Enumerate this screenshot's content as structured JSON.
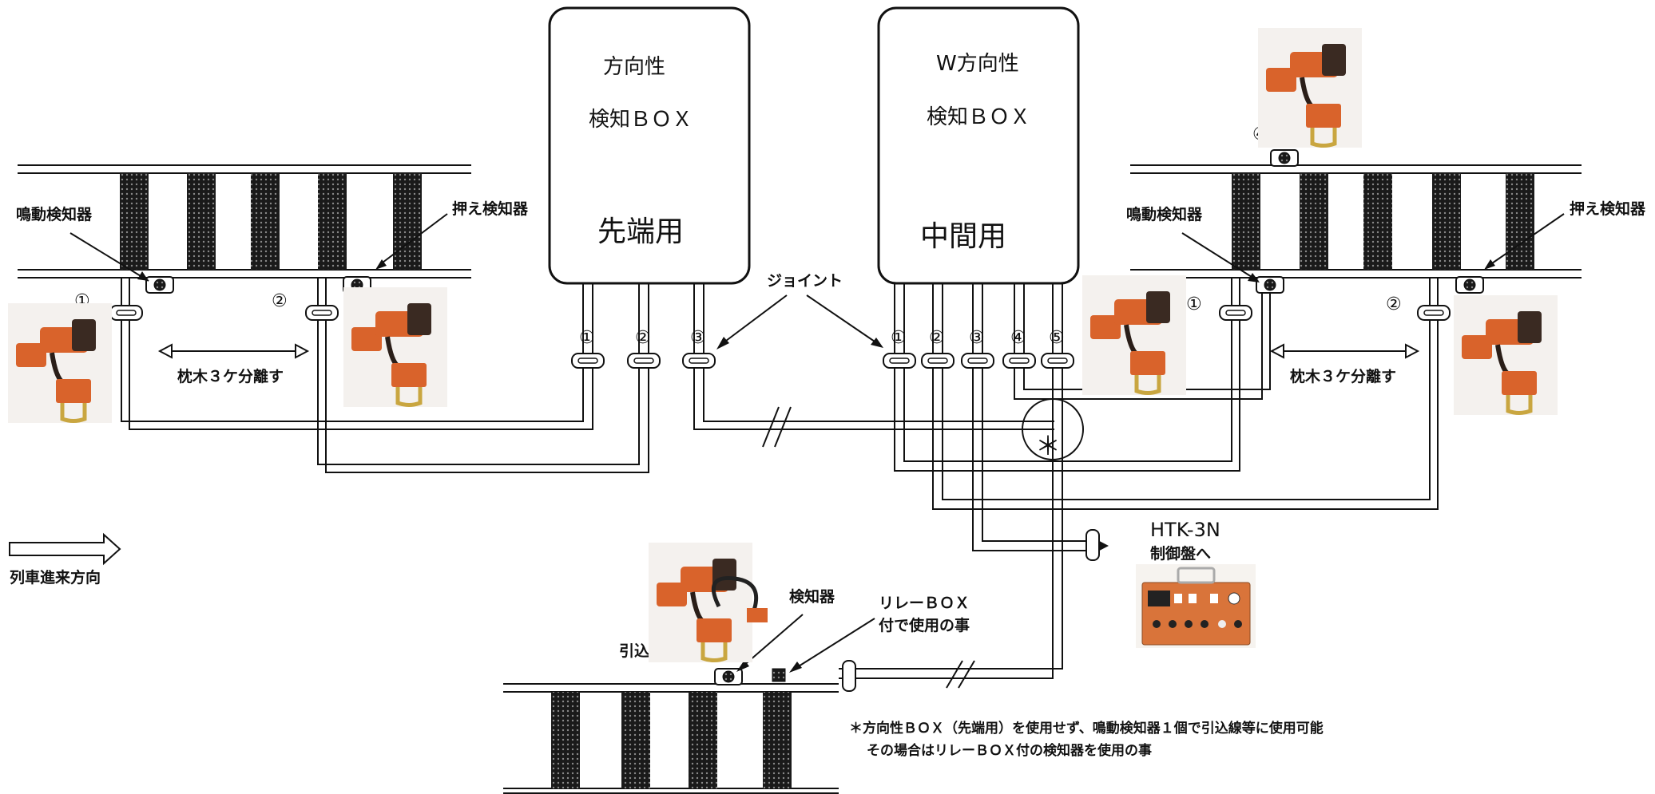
{
  "boxes": {
    "left": {
      "line1": "方向性",
      "line2": "検知ＢＯＸ",
      "type": "先端用"
    },
    "right": {
      "line1": "W方向性",
      "line2": "検知ＢＯＸ",
      "type": "中間用"
    }
  },
  "labels": {
    "vib_detector_left": "鳴動検知器",
    "press_detector_left": "押え検知器",
    "vib_detector_right": "鳴動検知器",
    "press_detector_right": "押え検知器",
    "separation_left": "枕木３ケ分離す",
    "separation_right": "枕木３ケ分離す",
    "joint": "ジョイント",
    "train_direction": "列車進来方向",
    "control_panel_model": "HTK-3N",
    "control_panel": "制御盤へ",
    "detector": "検知器",
    "relay_line1": "リレーＢＯＸ",
    "relay_line2": "付で使用の事",
    "siding": "引込線",
    "asterisk": "＊",
    "note_line1": "＊方向性ＢＯＸ（先端用）を使用せず、鳴動検知器１個で引込線等に使用可能",
    "note_line2": "その場合はリレーＢＯＸ付の検知器を使用の事"
  },
  "numbers": {
    "n1": "①",
    "n2": "②",
    "n3": "③",
    "n4": "④",
    "n5": "⑤"
  },
  "colors": {
    "detector_orange": "#d9632b",
    "detector_dark": "#3a2a22",
    "clamp_yellow": "#c9a640",
    "panel_orange": "#d9743a"
  }
}
